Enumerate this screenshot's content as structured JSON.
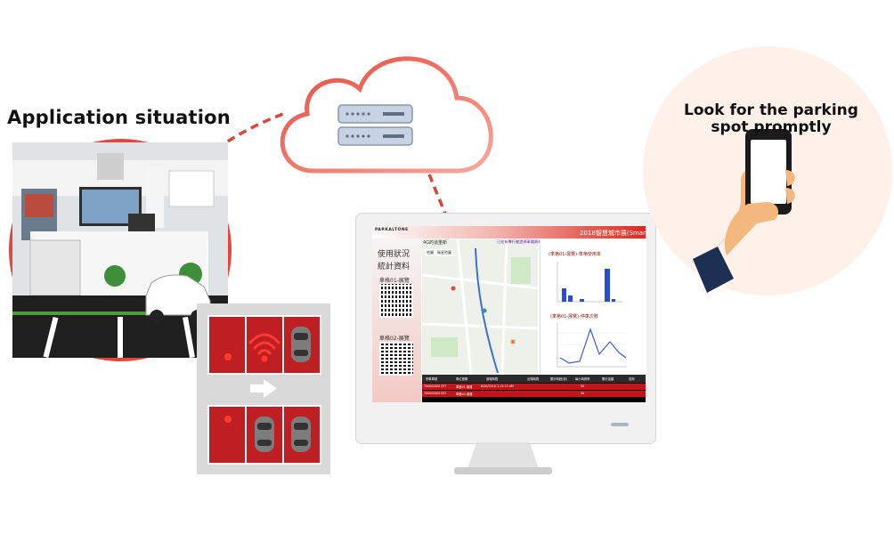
{
  "labels": {
    "application_situation": "Application situation",
    "look_for_line1": "Look for the parking",
    "look_for_line2": "spot promptly"
  },
  "screen": {
    "brand": "PARKALTONE",
    "header_title": "2018智慧城市展(Smart",
    "left_title1": "使用狀況",
    "left_title2": "統計資料",
    "lot1_label": "車格01-展覽",
    "lot2_label": "車格02-展覽",
    "map_top_label": "4G的道重新",
    "banner_text": "已在有專行駛過停車場資料集成，測速已在各區停車資料收集",
    "map_tab1": "地圖",
    "map_tab2": "衛星地圖",
    "chart1_title": "(車格01-展覽)-車格使用率",
    "chart2_title": "(車格01-展覽)-停車次數",
    "table_headers": [
      "停車車號",
      "車位號碼",
      "進場時間",
      "出場時間",
      "累計時數(秒)",
      "每小時費率",
      "累計金額",
      "查詢"
    ],
    "table_rows": [
      [
        "700000001337",
        "車格01-展覽",
        "6/20/2018 1:12:15 AM",
        "",
        "",
        "50",
        "",
        ""
      ],
      [
        "700000001552",
        "車格02-展覽",
        "",
        "",
        "",
        "50",
        "",
        ""
      ]
    ]
  },
  "colors": {
    "accent_red": "#e0473d",
    "cloud_gradient_start": "#e64a3e",
    "cloud_gradient_end": "#f7a99c",
    "dashed_line": "#d8453b",
    "hand_circle": "#fdf1ea",
    "parking_bg": "#d9d9d9",
    "parking_red": "#bf1e23",
    "bar_color": "#2a4bd7",
    "line_color": "#3d5fd4"
  }
}
